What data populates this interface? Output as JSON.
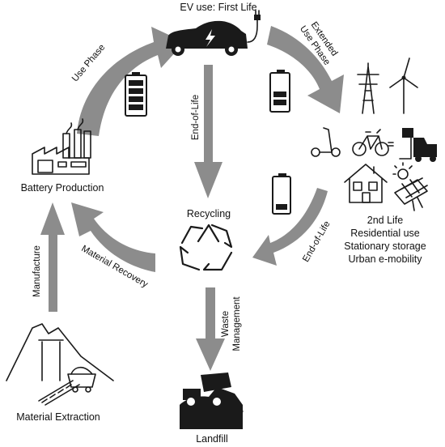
{
  "nodes": {
    "ev_use": "EV use: First Life",
    "battery_production": "Battery Production",
    "recycling": "Recycling",
    "landfill": "Landfill",
    "material_extraction": "Material Extraction",
    "second_life": {
      "line1": "2nd Life",
      "line2": "Residential use",
      "line3": "Stationary storage",
      "line4": "Urban e-mobility"
    }
  },
  "arrows": {
    "use_phase": "Use Phase",
    "extended_line1": "Extended",
    "extended_line2": "Use Phase",
    "end_of_life_center": "End-of-Life",
    "end_of_life_right": "End-of-Life",
    "material_recovery": "Material Recovery",
    "manufacture": "Manufacture",
    "waste_line1": "Waste",
    "waste_line2": "Management"
  },
  "icons": {
    "car": "electric-car-icon",
    "factory": "factory-icon",
    "recycle": "recycle-icon",
    "landfill": "dump-truck-icon",
    "mine": "mine-icon",
    "battery": "battery-icon",
    "pylon": "power-pylon-icon",
    "wind": "wind-turbine-icon",
    "scooter": "scooter-icon",
    "bicycle": "bicycle-icon",
    "forklift": "forklift-icon",
    "house": "house-icon",
    "solar": "solar-panel-icon"
  },
  "colors": {
    "arrow": "#8c8c8c",
    "icon": "#1a1a1a",
    "text": "#111111"
  }
}
